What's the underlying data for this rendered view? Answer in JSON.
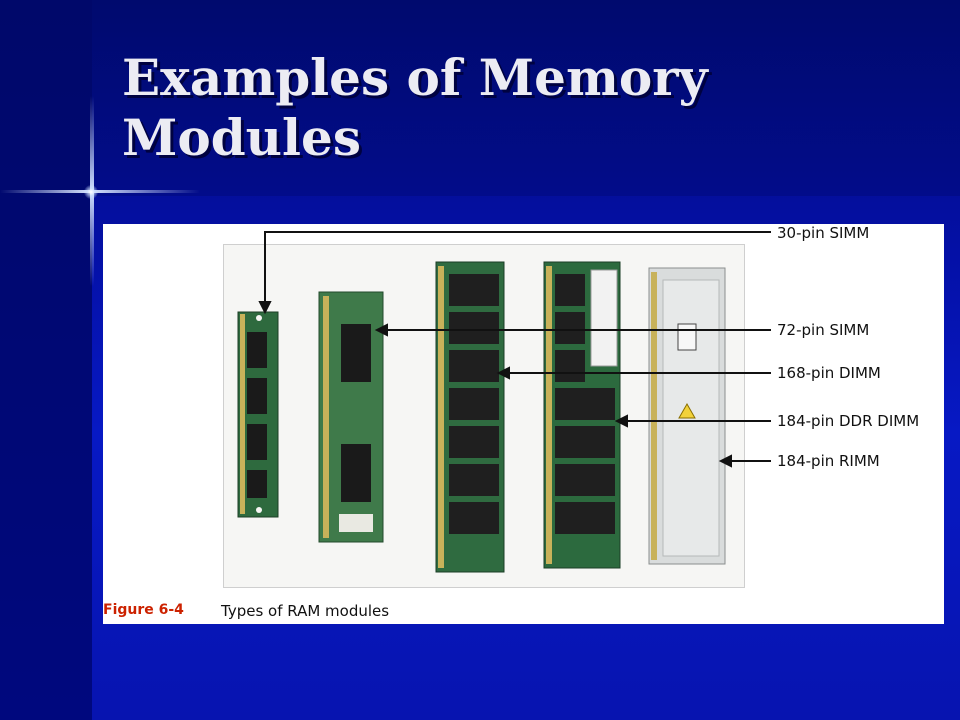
{
  "slide": {
    "title_line1": "Examples of Memory",
    "title_line2": "Modules",
    "background_color": "#0410a6",
    "title_color": "#ececf3"
  },
  "figure": {
    "number": "Figure 6-4",
    "caption": "Types of RAM modules",
    "callouts": [
      {
        "label": "30-pin SIMM"
      },
      {
        "label": "72-pin SIMM"
      },
      {
        "label": "168-pin DIMM"
      },
      {
        "label": "184-pin DDR DIMM"
      },
      {
        "label": "184-pin RIMM"
      }
    ]
  }
}
